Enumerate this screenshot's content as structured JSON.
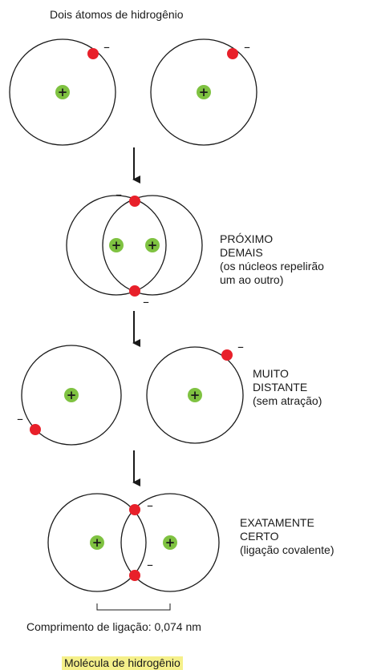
{
  "title": "Dois átomos de hidrogênio",
  "close": {
    "line1": "PRÓXIMO",
    "line2": "DEMAIS",
    "line3": "(os núcleos repelirão",
    "line4": "um ao outro)"
  },
  "far": {
    "line1": "MUITO",
    "line2": "DISTANTE",
    "line3": "(sem atração)"
  },
  "right": {
    "line1": "EXATAMENTE",
    "line2": "CERTO",
    "line3": "(ligação covalente)"
  },
  "bond_length": "Comprimento de ligação: 0,074 nm",
  "molecule": "Molécula de hidrogênio",
  "symbols": {
    "plus": "+",
    "minus": "–"
  },
  "colors": {
    "electron": "#e8202a",
    "nucleus": "#7fc241",
    "line": "#1a1a1a",
    "highlight": "#f5f08a"
  }
}
